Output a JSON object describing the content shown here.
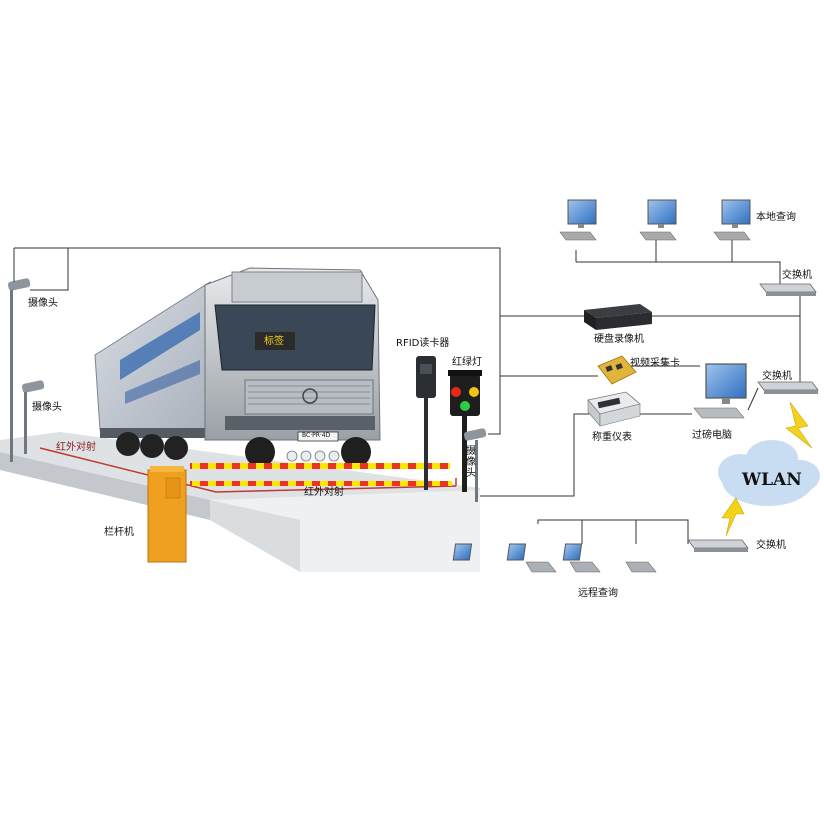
{
  "labels": {
    "camera_top_left": "摄像头",
    "camera_mid_left": "摄像头",
    "camera_right": "摄像头",
    "infrared_left": "红外对射",
    "infrared_bottom": "红外对射",
    "barrier": "栏杆机",
    "rfid_reader": "RFID读卡器",
    "traffic_light": "红绿灯",
    "truck_sign": "标签",
    "license_plate": "BC·PR·4D",
    "local_query": "本地查询",
    "switch_top": "交换机",
    "dvr": "硬盘录像机",
    "capture_card": "视频采集卡",
    "switch_mid": "交换机",
    "weighing_indicator": "称重仪表",
    "weighing_pc": "过磅电脑",
    "wlan": "WLAN",
    "switch_bottom": "交换机",
    "remote_query": "远程查询"
  },
  "colors": {
    "line": "#333333",
    "platform_top": "#e6e8ea",
    "platform_front": "#cfd3d6",
    "barrier": "#f0a020",
    "wlan_cloud": "#c8dcf2",
    "lightning": "#f2d21a",
    "warning_stripe_a": "#ffe600",
    "warning_stripe_b": "#e8361f"
  }
}
